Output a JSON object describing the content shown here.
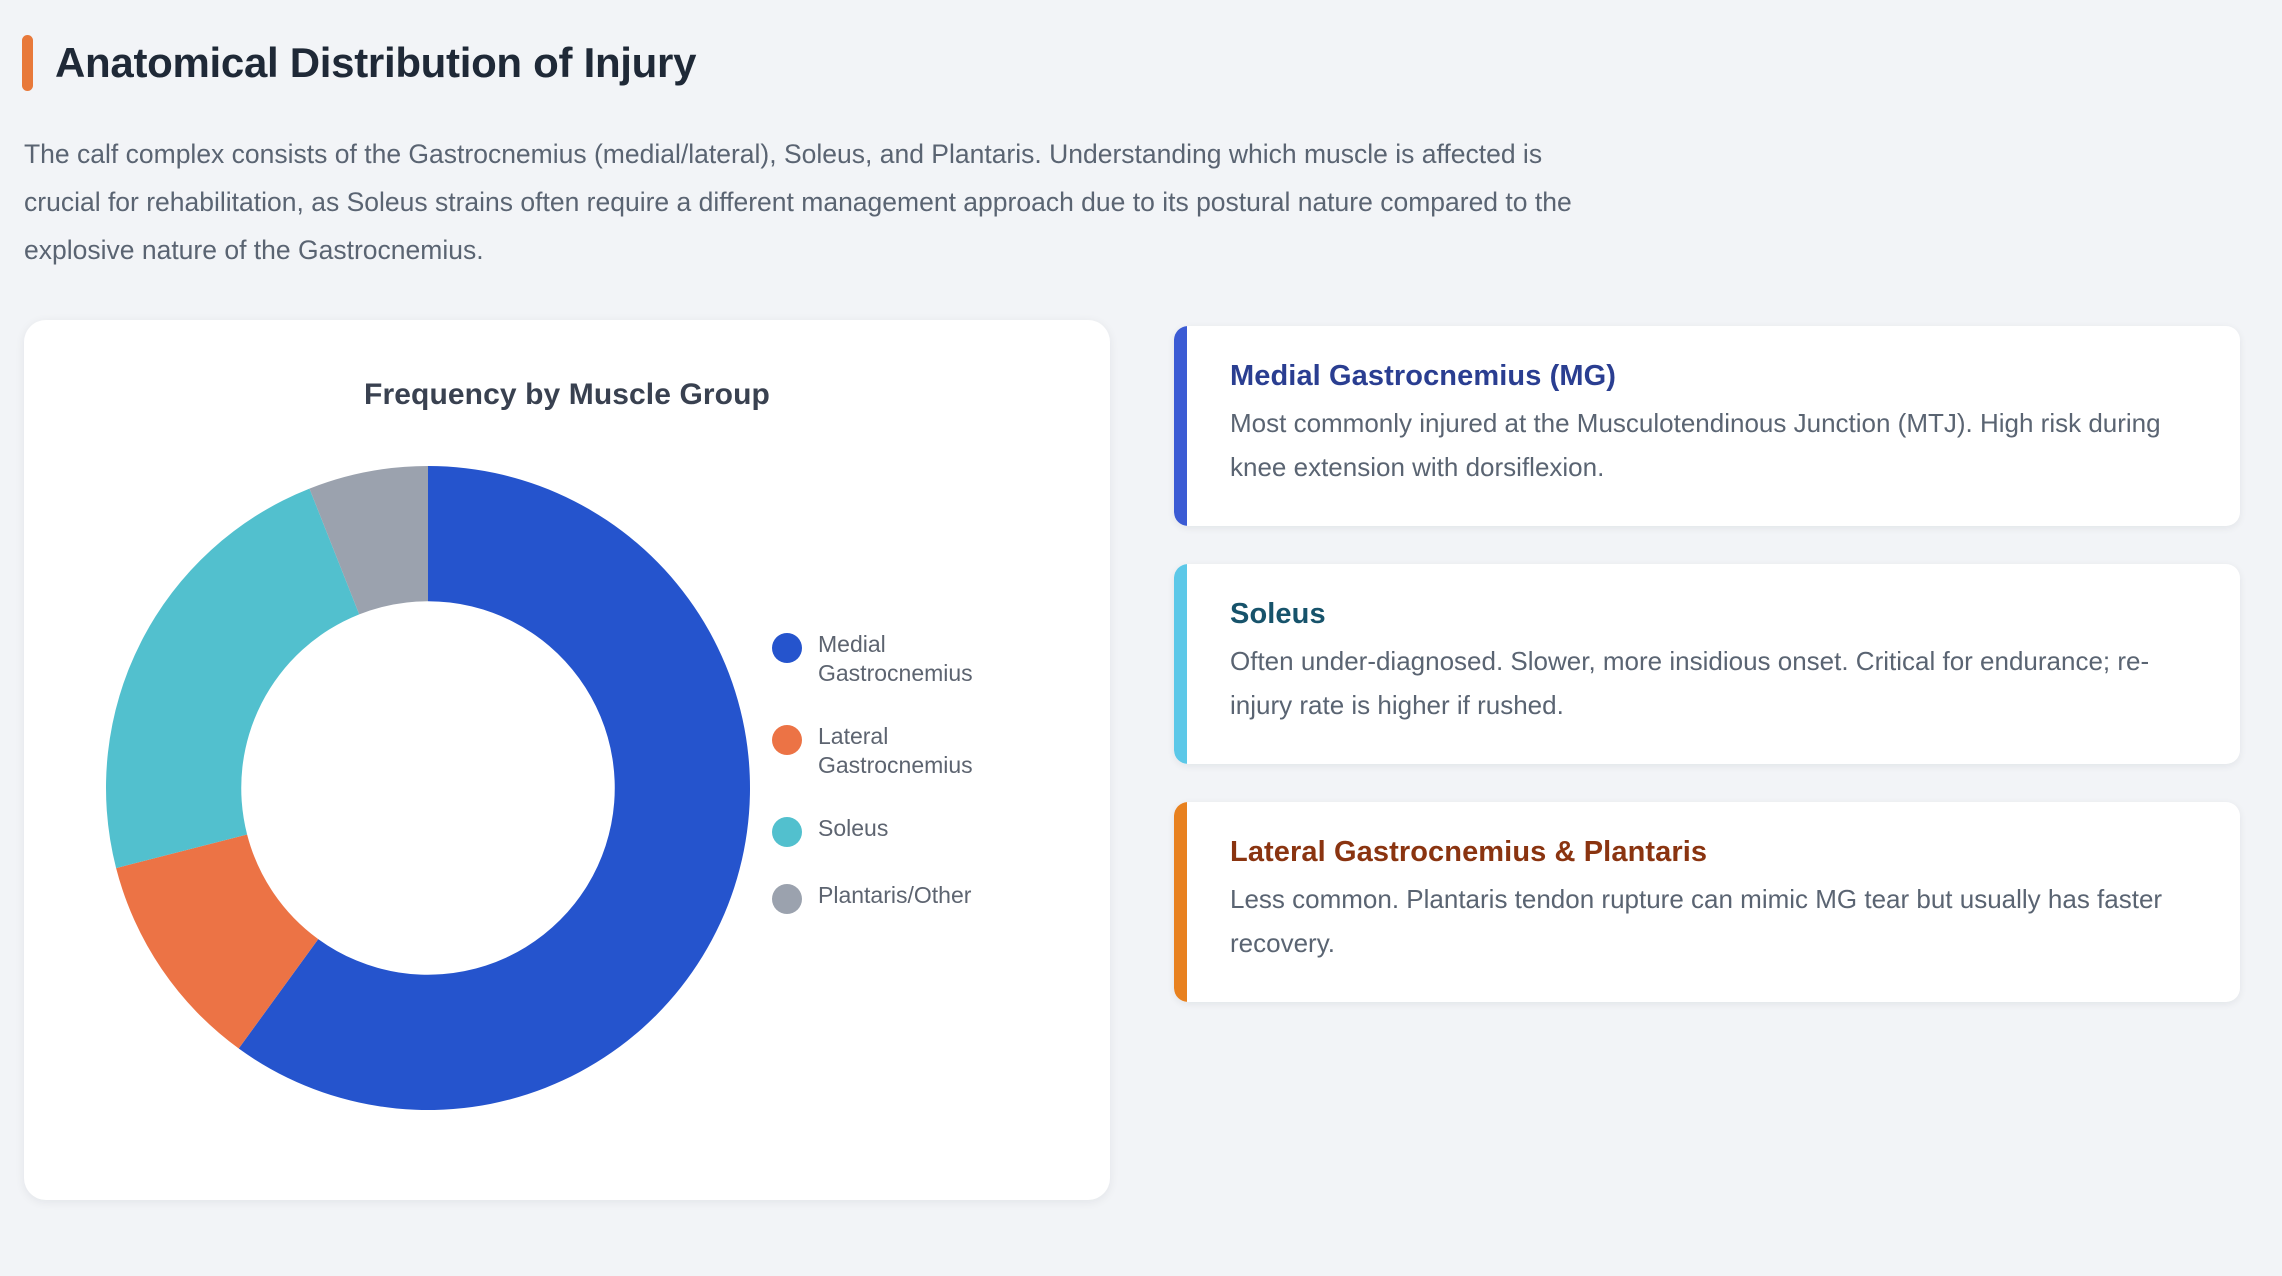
{
  "section": {
    "title": "Anatomical Distribution of Injury",
    "accent_color": "#e8793a",
    "intro": "The calf complex consists of the Gastrocnemius (medial/lateral), Soleus, and Plantaris. Understanding which muscle is affected is crucial for rehabilitation, as Soleus strains often require a different management approach due to its postural nature compared to the explosive nature of the Gastrocnemius."
  },
  "chart_data": {
    "type": "pie",
    "title": "Frequency by Muscle Group",
    "categories": [
      "Medial Gastrocnemius",
      "Lateral Gastrocnemius",
      "Soleus",
      "Plantaris/Other"
    ],
    "values": [
      60,
      11,
      23,
      6
    ],
    "colors": [
      "#2554cd",
      "#ec7345",
      "#52c0ce",
      "#9ba2ae"
    ],
    "legend_position": "right",
    "donut": true,
    "hole_ratio": 0.58,
    "start_angle": 0,
    "direction": "clockwise",
    "xlabel": "",
    "ylabel": "",
    "grid": false
  },
  "info_cards": [
    {
      "title": "Medial Gastrocnemius (MG)",
      "body": "Most commonly injured at the Musculotendinous Junction (MTJ). High risk during knee extension with dorsiflexion.",
      "accent_color": "#3b5bd4",
      "title_color": "#2a3e91"
    },
    {
      "title": "Soleus",
      "body": "Often under-diagnosed. Slower, more insidious onset. Critical for endurance; re-injury rate is higher if rushed.",
      "accent_color": "#5cc8e8",
      "title_color": "#17536b"
    },
    {
      "title": "Lateral Gastrocnemius & Plantaris",
      "body": "Less common. Plantaris tendon rupture can mimic MG tear but usually has faster recovery.",
      "accent_color": "#e8811f",
      "title_color": "#8a3410"
    }
  ]
}
